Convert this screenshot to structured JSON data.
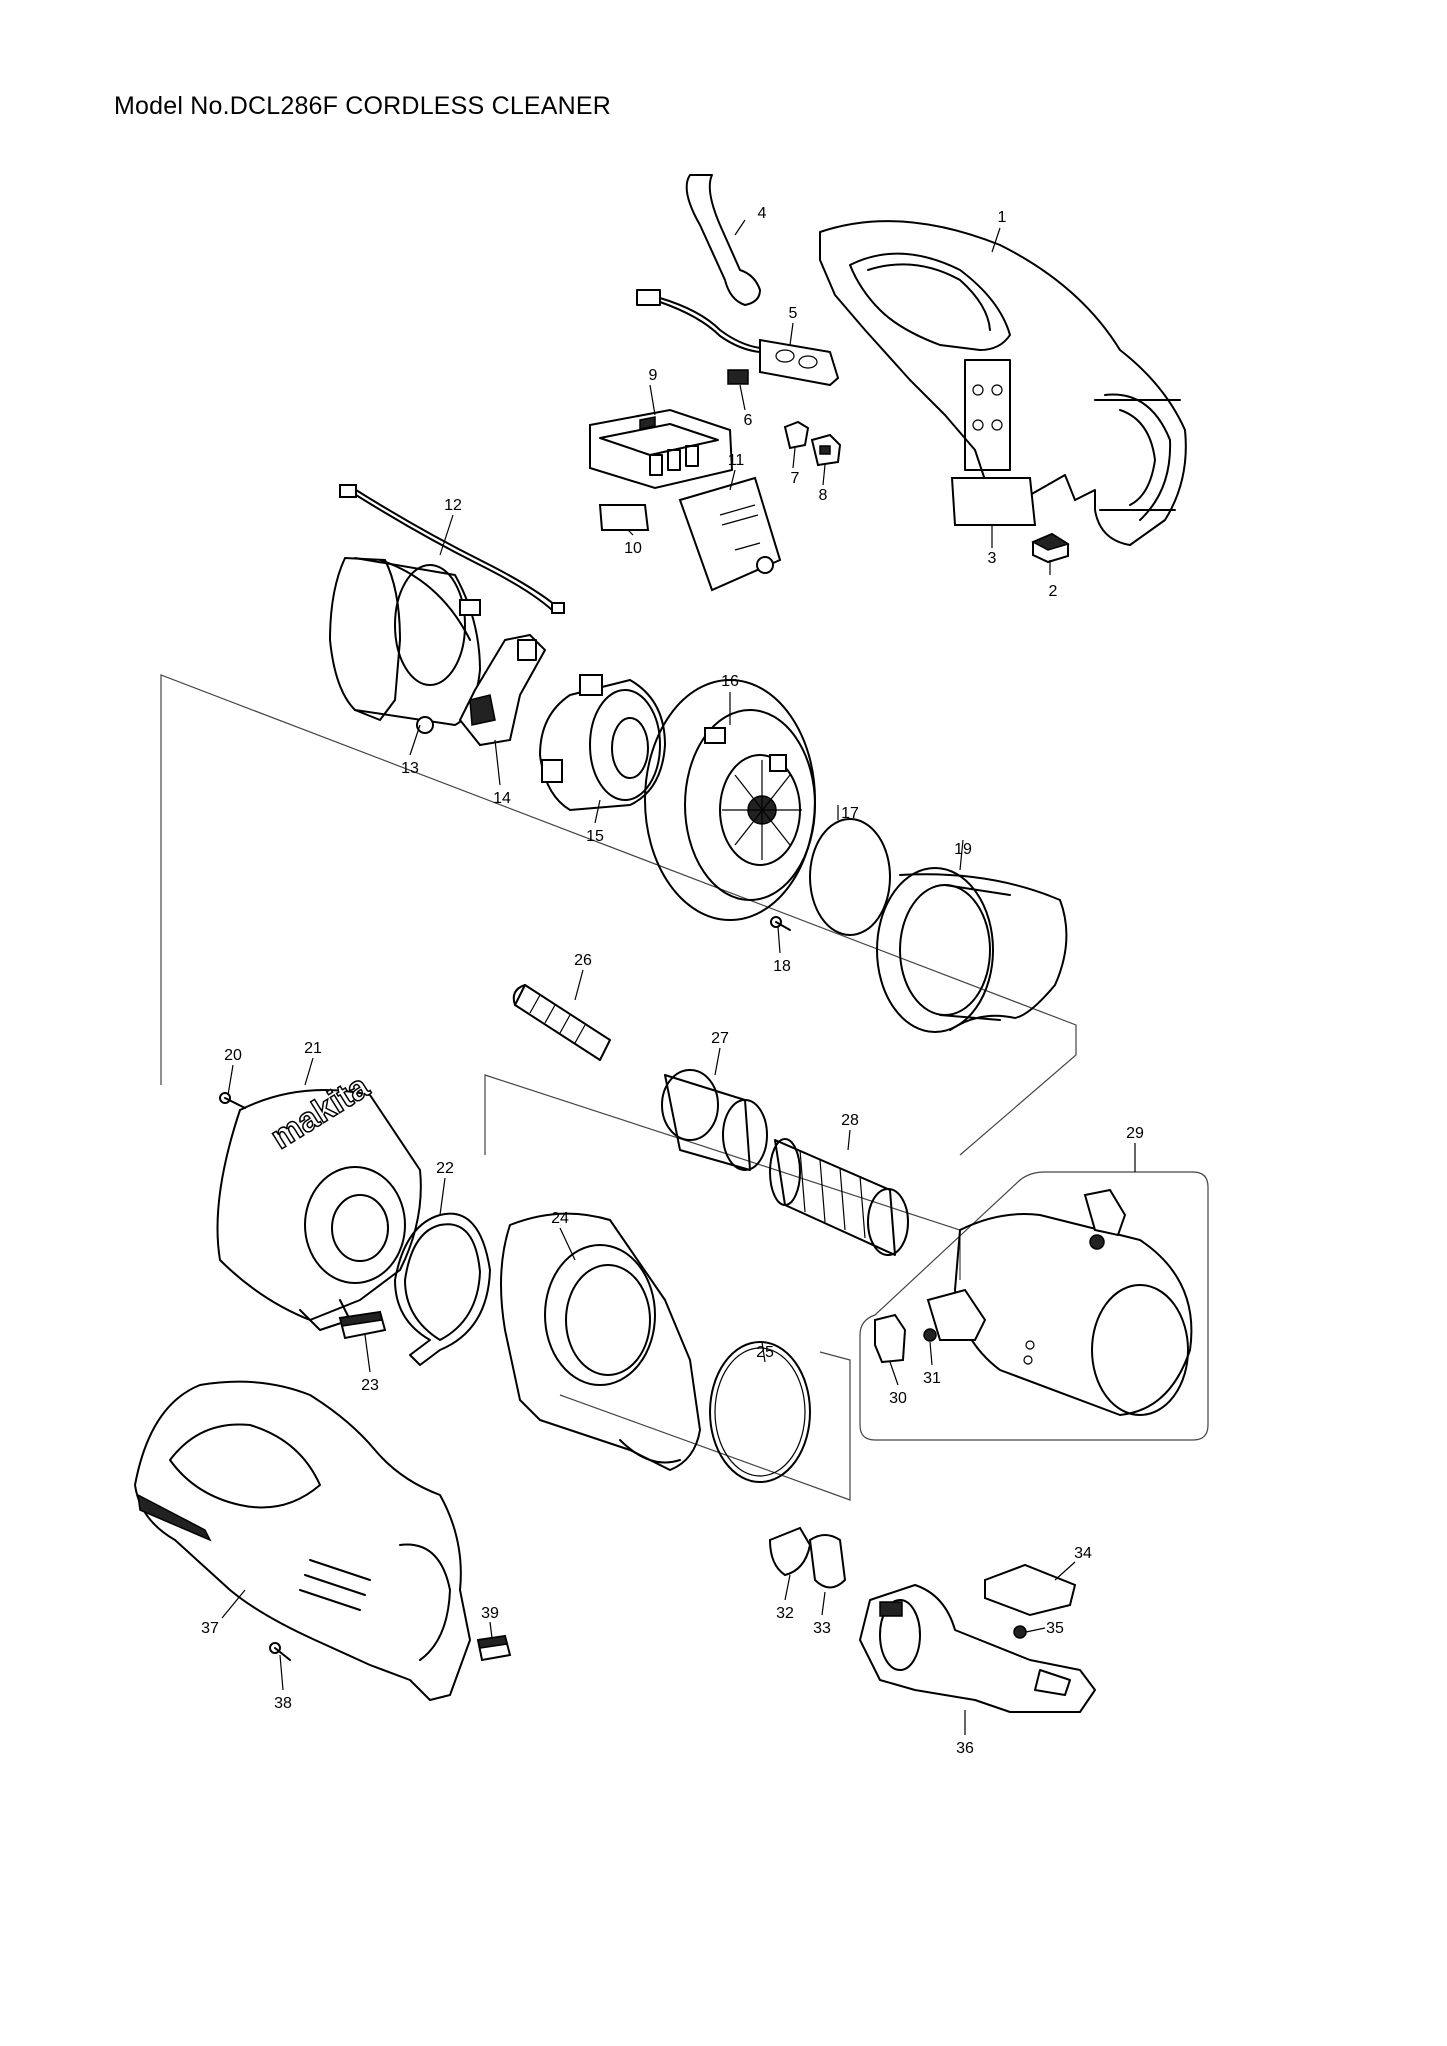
{
  "title": "Model No.DCL286F CORDLESS CLEANER",
  "brand_text": "makita",
  "callouts": [
    "1",
    "2",
    "3",
    "4",
    "5",
    "6",
    "7",
    "8",
    "9",
    "10",
    "11",
    "12",
    "13",
    "14",
    "15",
    "16",
    "17",
    "18",
    "19",
    "20",
    "21",
    "22",
    "23",
    "24",
    "25",
    "26",
    "27",
    "28",
    "29",
    "30",
    "31",
    "32",
    "33",
    "34",
    "35",
    "36",
    "37",
    "38",
    "39"
  ]
}
